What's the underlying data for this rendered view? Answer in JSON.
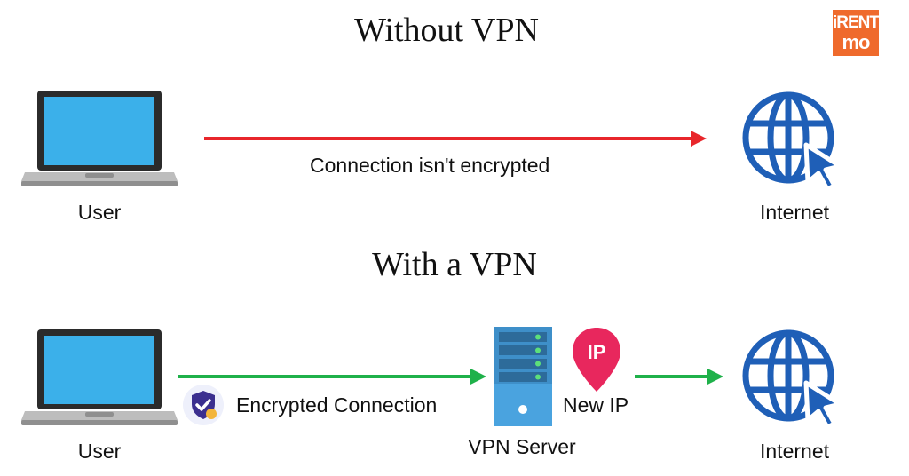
{
  "titles": {
    "without": "Without VPN",
    "with": "With a VPN"
  },
  "without_vpn": {
    "user_label": "User",
    "internet_label": "Internet",
    "connection_label": "Connection isn't encrypted",
    "arrow_color": "#e8262b"
  },
  "with_vpn": {
    "user_label": "User",
    "internet_label": "Internet",
    "connection_label": "Encrypted Connection",
    "server_label": "VPN Server",
    "new_ip_label": "New IP",
    "ip_pin_text": "IP",
    "arrow_color": "#1fb14a"
  },
  "logo": {
    "line1": "iRENT",
    "line2": "mo"
  },
  "colors": {
    "screen": "#3bb0ea",
    "laptop_dark": "#2b2b2b",
    "laptop_base": "#9e9e9e",
    "globe": "#1f5fb7",
    "server": "#4aa3df",
    "server_dark": "#2d6b9a",
    "pin": "#e8275d",
    "logo_bg": "#ef6a2c"
  },
  "icons": [
    "laptop-icon",
    "globe-cursor-icon",
    "server-icon",
    "location-pin-icon",
    "shield-check-icon"
  ]
}
